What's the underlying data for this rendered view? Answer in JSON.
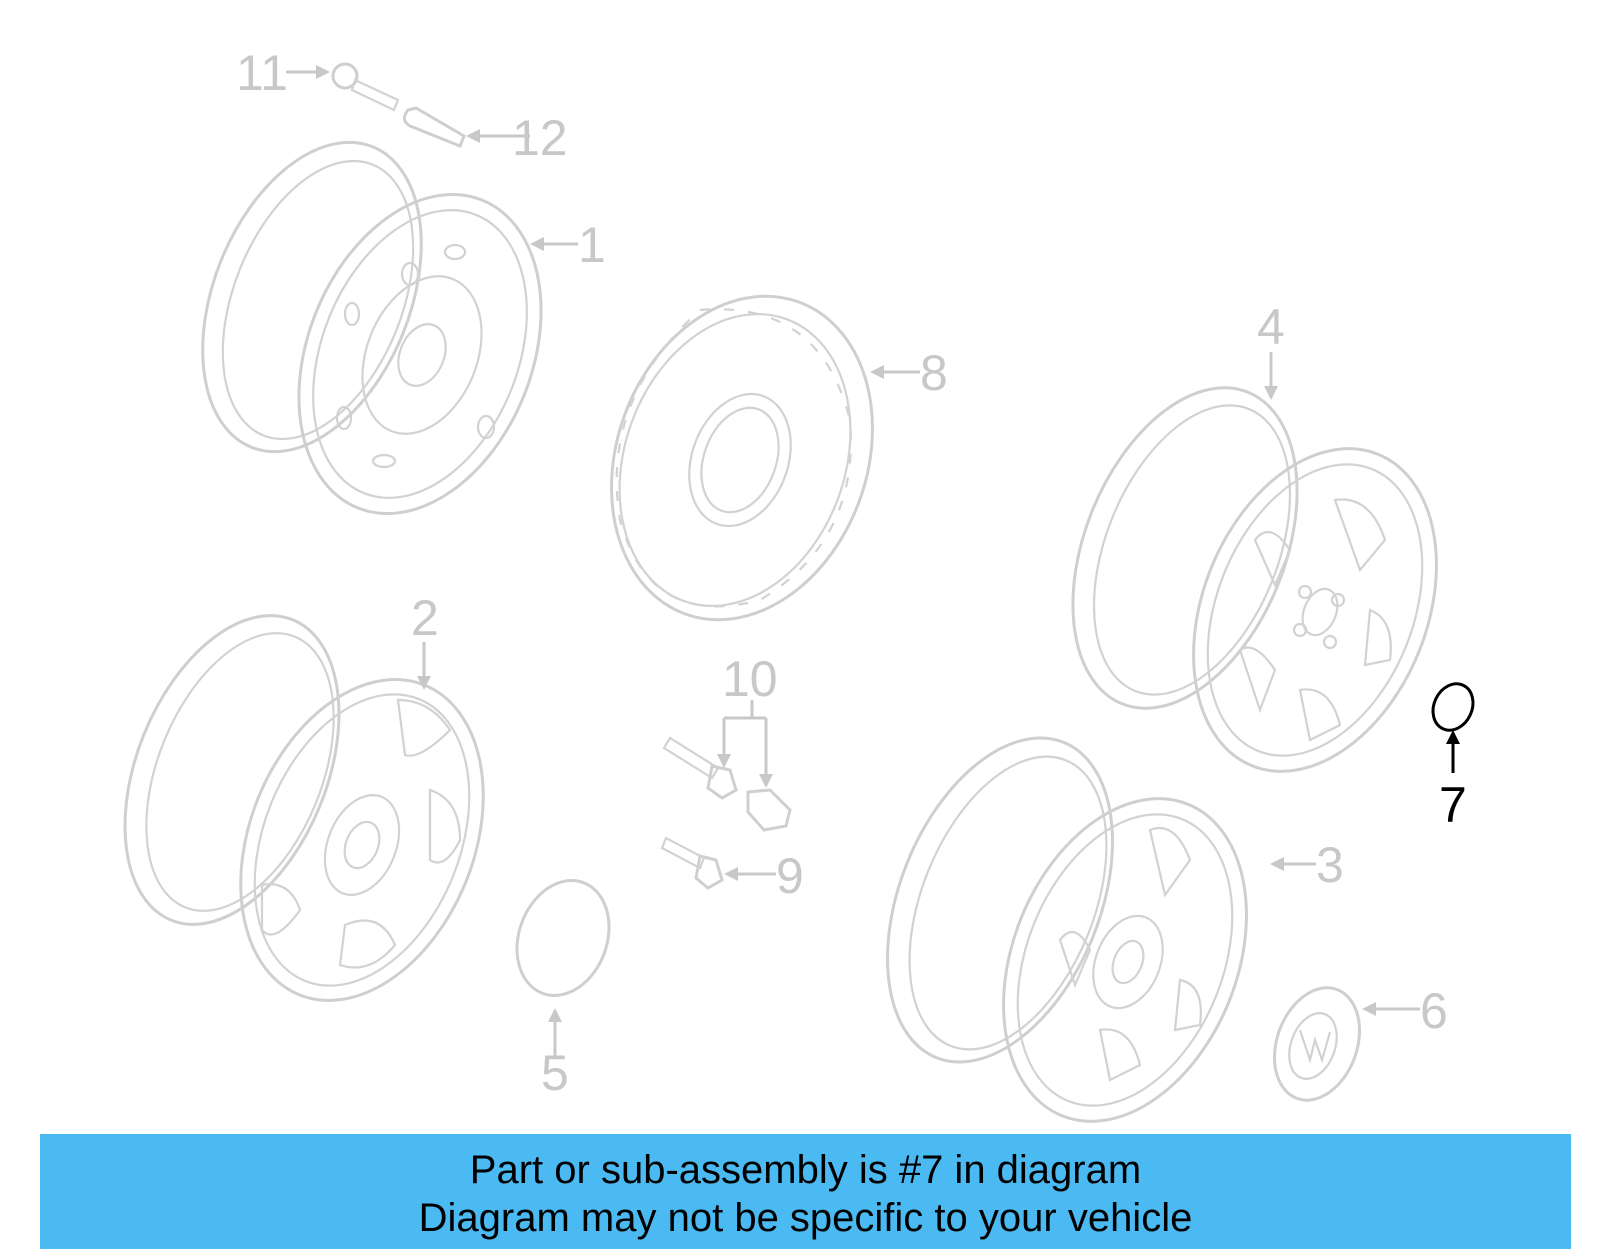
{
  "callouts": {
    "c1": "1",
    "c2": "2",
    "c3": "3",
    "c4": "4",
    "c5": "5",
    "c6": "6",
    "c7": "7",
    "c8": "8",
    "c9": "9",
    "c10": "10",
    "c11": "11",
    "c12": "12"
  },
  "highlighted_part": "7",
  "colors": {
    "banner": "#4bb9f2",
    "parts": "#cfcfcf",
    "highlight": "#000000"
  },
  "banner": {
    "line1": "Part or sub-assembly is #7 in diagram",
    "line2": "Diagram may not be specific to your vehicle"
  }
}
